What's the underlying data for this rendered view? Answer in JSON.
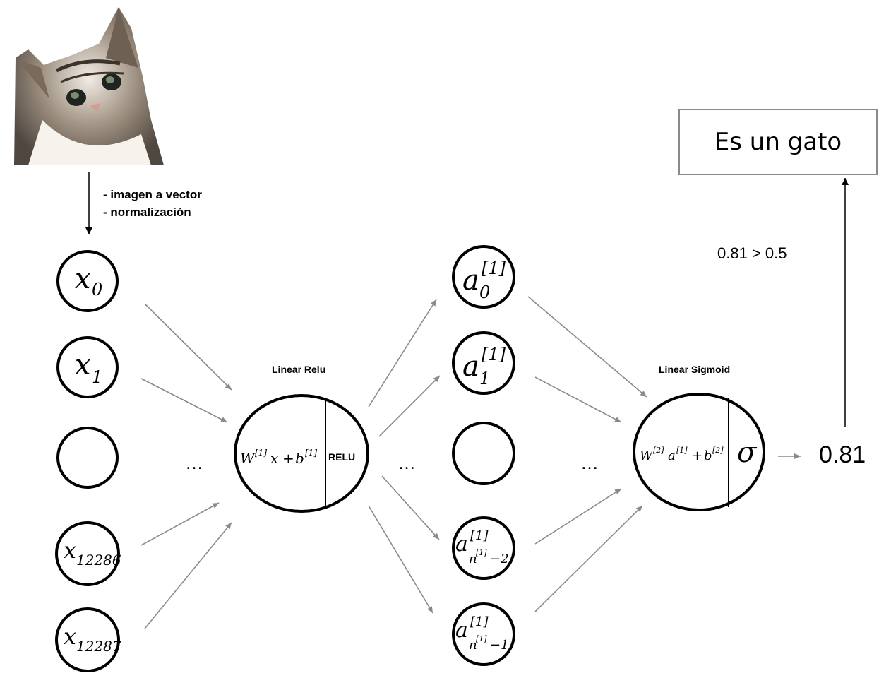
{
  "input_image": {
    "alt": "cat-photo"
  },
  "preprocess_notes": [
    "- imagen a vector",
    "- normalización"
  ],
  "input_layer": {
    "nodes": [
      {
        "base": "x",
        "sub": "0"
      },
      {
        "base": "x",
        "sub": "1"
      },
      {
        "base": "",
        "sub": ""
      },
      {
        "base": "x",
        "sub": "12286"
      },
      {
        "base": "x",
        "sub": "12287"
      }
    ]
  },
  "hidden_unit": {
    "title": "Linear Relu",
    "formula": {
      "w": "W",
      "w_sup": "[1]",
      "var": "x",
      "plus": "+",
      "b": "b",
      "b_sup": "[1]"
    },
    "activation": "RELU"
  },
  "hidden_layer": {
    "nodes": [
      {
        "base": "a",
        "sup": "[1]",
        "sub": "0"
      },
      {
        "base": "a",
        "sup": "[1]",
        "sub": "1"
      },
      {
        "base": "",
        "sup": "",
        "sub": ""
      },
      {
        "base": "a",
        "sup": "[1]",
        "sub": "n",
        "sub_sup": "[1]",
        "sub_tail": "−2"
      },
      {
        "base": "a",
        "sup": "[1]",
        "sub": "n",
        "sub_sup": "[1]",
        "sub_tail": "−1"
      }
    ]
  },
  "output_unit": {
    "title": "Linear Sigmoid",
    "formula": {
      "w": "W",
      "w_sup": "[2]",
      "var": "a",
      "var_sup": "[1]",
      "plus": "+",
      "b": "b",
      "b_sup": "[2]"
    },
    "activation": "σ"
  },
  "ellipsis": "…",
  "output_value": "0.81",
  "threshold_text": "0.81 > 0.5",
  "result_label": "Es un gato",
  "colors": {
    "stroke": "#000000",
    "arrow": "#8a8a8a",
    "box_border": "#8a8a8a"
  }
}
